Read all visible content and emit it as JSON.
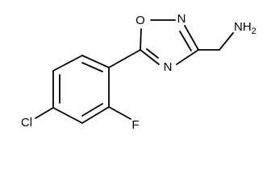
{
  "molecule": {
    "atoms": {
      "o1": "O",
      "n2": "N",
      "n4": "N",
      "nh2": "NH",
      "nh2_sub": "2",
      "f": "F",
      "cl": "Cl"
    }
  }
}
